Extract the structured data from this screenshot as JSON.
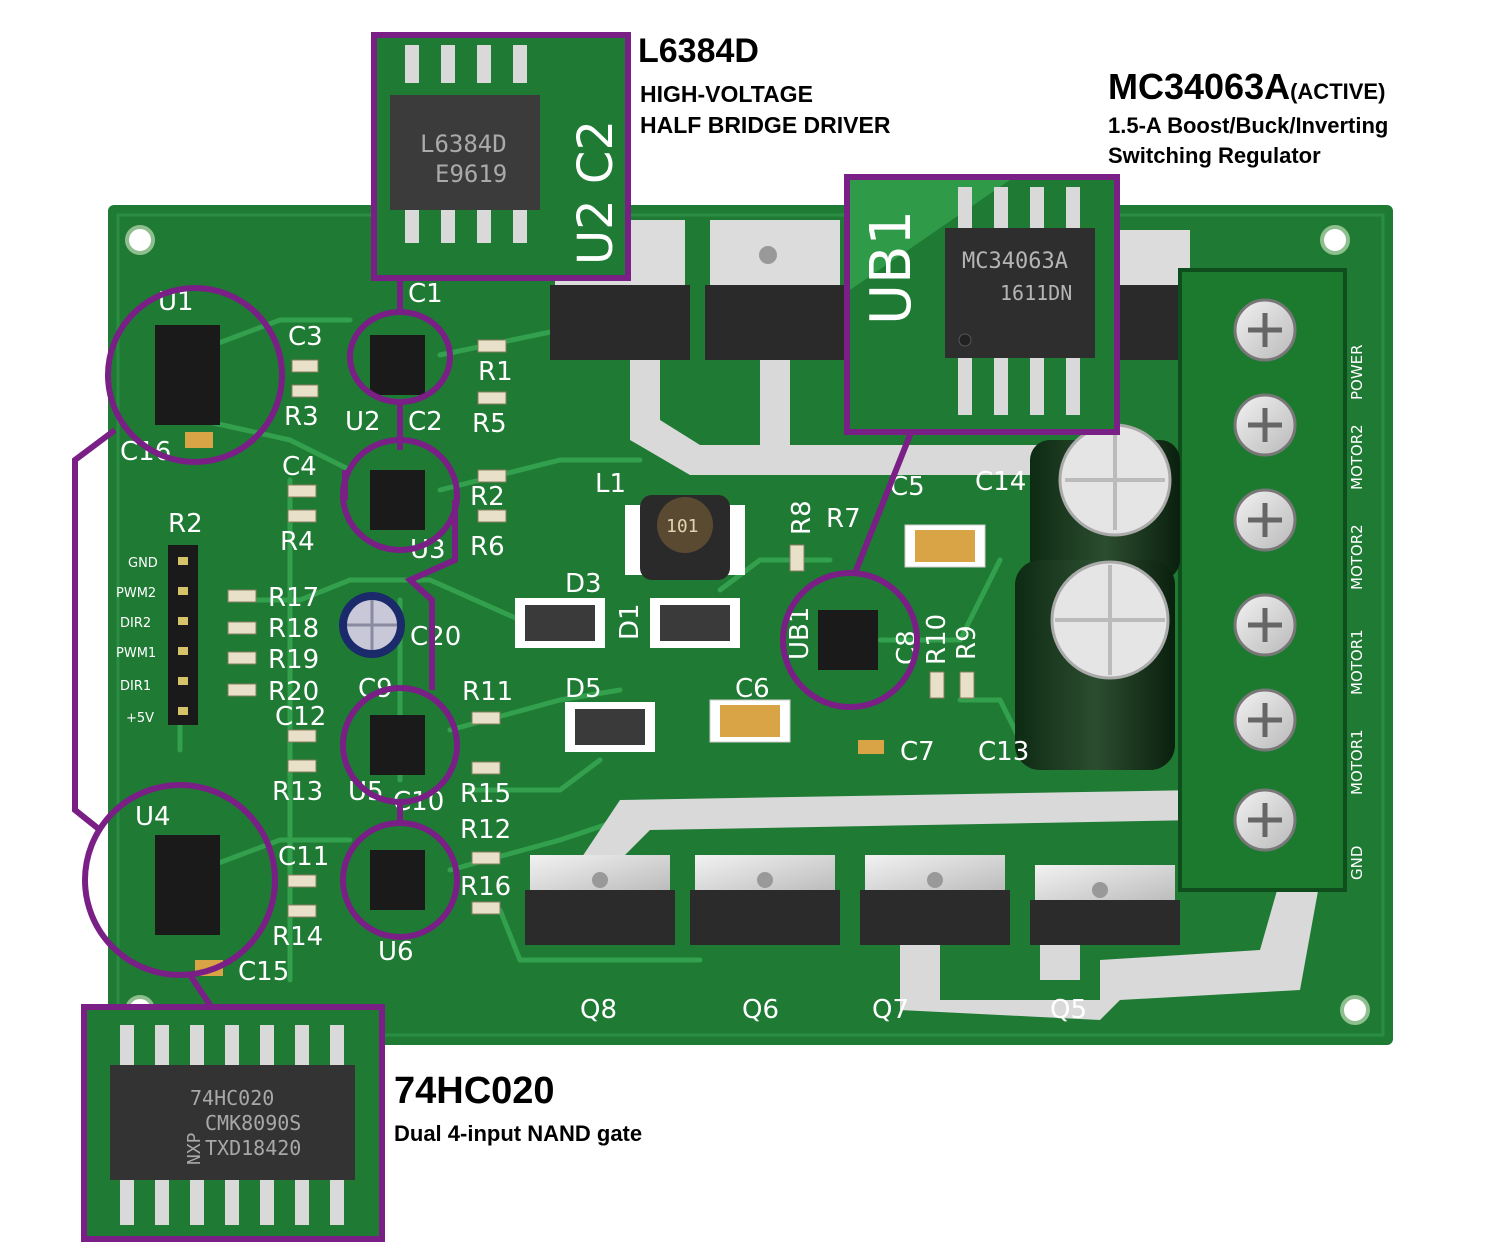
{
  "callouts": {
    "l6384": {
      "part": "L6384D",
      "line1": "HIGH-VOLTAGE",
      "line2": "HALF BRIDGE DRIVER",
      "marking1": "L6384D",
      "marking2": "E9619",
      "silk": "U2 C2"
    },
    "mc34063": {
      "part": "MC34063A",
      "suffix": "(ACTIVE)",
      "line1": "1.5-A Boost/Buck/Inverting",
      "line2": "Switching Regulator",
      "marking1": "MC34063A",
      "marking2": "1611DN",
      "silk": "UB1"
    },
    "hc20": {
      "part": "74HC020",
      "line1": "Dual 4-input NAND gate",
      "marking1": "74HC020",
      "marking2": "CMK8090S",
      "marking3": "TXD18420",
      "logo": "NXP"
    }
  },
  "silkscreen": {
    "U1": "U1",
    "U2": "U2",
    "U3": "U3",
    "U4": "U4",
    "U5": "U5",
    "U6": "U6",
    "UB1": "UB1",
    "C1": "C1",
    "C2": "C2",
    "C3": "C3",
    "C4": "C4",
    "C5": "C5",
    "C6": "C6",
    "C7": "C7",
    "C8": "C8",
    "C9": "C9",
    "C10": "C10",
    "C11": "C11",
    "C12": "C12",
    "C13": "C13",
    "C14": "C14",
    "C15": "C15",
    "C16": "C16",
    "C20": "C20",
    "R1": "R1",
    "R2": "R2",
    "R3": "R3",
    "R4": "R4",
    "R5": "R5",
    "R6": "R6",
    "R7": "R7",
    "R8": "R8",
    "R9": "R9",
    "R10": "R10",
    "R11": "R11",
    "R12": "R12",
    "R13": "R13",
    "R14": "R14",
    "R15": "R15",
    "R16": "R16",
    "R17": "R17",
    "R18": "R18",
    "R19": "R19",
    "R20": "R20",
    "D1": "D1",
    "D3": "D3",
    "D5": "D5",
    "L1": "L1",
    "Q5": "Q5",
    "Q6": "Q6",
    "Q7": "Q7",
    "Q8": "Q8",
    "inductor": "101"
  },
  "header_pins": [
    "GND",
    "PWM2",
    "DIR2",
    "PWM1",
    "DIR1",
    "+5V"
  ],
  "terminals": [
    "POWER",
    "MOTOR2",
    "MOTOR2",
    "MOTOR1",
    "MOTOR1",
    "GND"
  ],
  "colors": {
    "highlight": "#7a1f86",
    "board": "#1f7a34",
    "board_dark": "#155e27",
    "trace": "#2f9a48"
  }
}
